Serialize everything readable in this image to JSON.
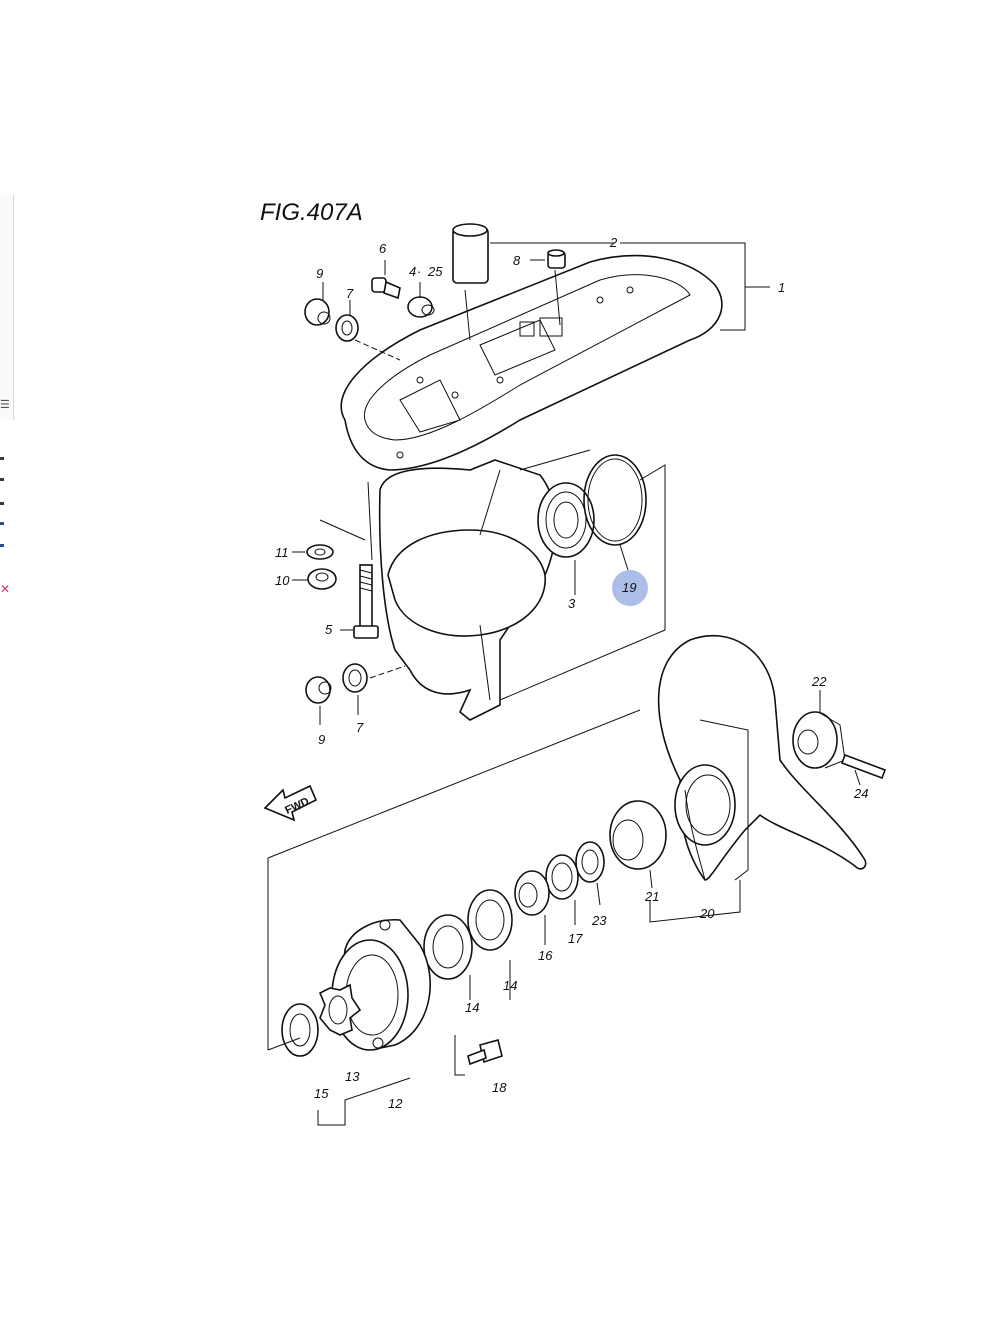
{
  "figure": {
    "title": "FIG.407A"
  },
  "callouts": {
    "c1": "1",
    "c2": "2",
    "c3": "3",
    "c4": "4",
    "c25": "25",
    "c5": "5",
    "c6": "6",
    "c7a": "7",
    "c7b": "7",
    "c8": "8",
    "c9a": "9",
    "c9b": "9",
    "c10": "10",
    "c11": "11",
    "c12": "12",
    "c13": "13",
    "c14a": "14",
    "c14b": "14",
    "c15": "15",
    "c16": "16",
    "c17": "17",
    "c18": "18",
    "c19": "19",
    "c20": "20",
    "c21": "21",
    "c22": "22",
    "c23": "23",
    "c24": "24"
  },
  "direction_arrow": {
    "label": "FWD"
  },
  "highlight": {
    "part": "19",
    "color": "#8fa8e0"
  },
  "left_panel": {
    "icon": "menu-icon"
  }
}
